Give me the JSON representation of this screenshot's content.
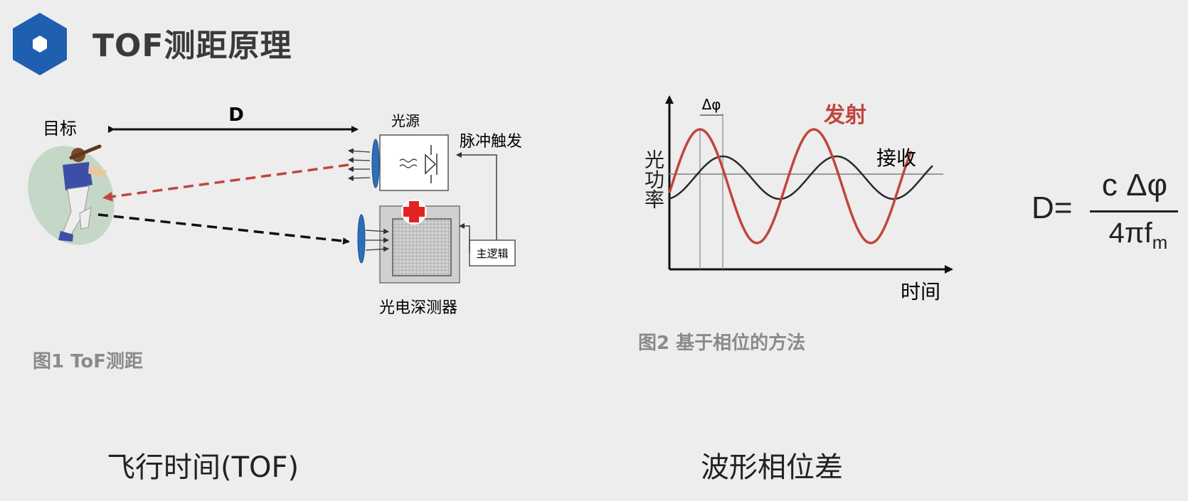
{
  "slide": {
    "title": "TOF测距原理",
    "logo_icon": "hexagon-icon",
    "colors": {
      "logo": "#1f5fb0",
      "emitted": "#c0463e",
      "received": "#222222",
      "background": "#ededed"
    }
  },
  "figure1": {
    "target_label": "目标",
    "distance_label": "D",
    "light_source_label": "光源",
    "pulse_trigger_label": "脉冲触发",
    "main_logic_label": "主逻辑",
    "photo_detector_label": "光电深测器",
    "caption": "图1  ToF测距"
  },
  "figure2": {
    "delta_phi_label": "Δφ",
    "emitted_label": "发射",
    "received_label": "接收",
    "y_axis_label": "光功率",
    "x_axis_label": "时间",
    "caption": "图2   基于相位的方法"
  },
  "formula": {
    "lhs": "D=",
    "numerator": "c Δφ",
    "denominator": "4πf",
    "denominator_subscript": "m"
  },
  "bottom": {
    "left_label": "飞行时间(TOF)",
    "right_label": "波形相位差"
  }
}
